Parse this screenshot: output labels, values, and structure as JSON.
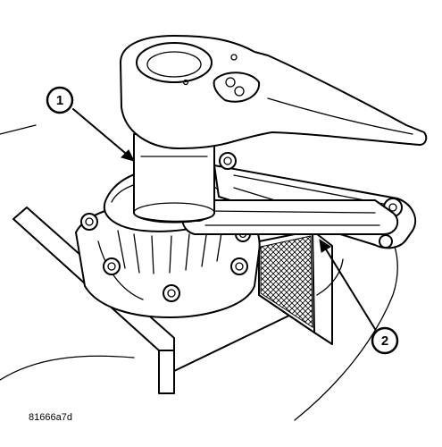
{
  "callouts": [
    {
      "number": "1"
    },
    {
      "number": "2"
    }
  ],
  "figure_id": "81666a7d"
}
